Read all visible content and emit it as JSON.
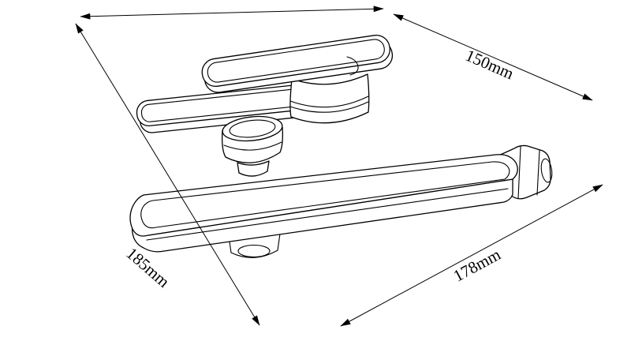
{
  "page": {
    "background": "#ffffff",
    "line_color": "#000000"
  },
  "drawing": {
    "subject": "bath-mixer-faucet-isometric-line-drawing",
    "dimensions": {
      "right_label": "150mm",
      "left_label": "185mm",
      "bottom_label": "178mm"
    }
  }
}
